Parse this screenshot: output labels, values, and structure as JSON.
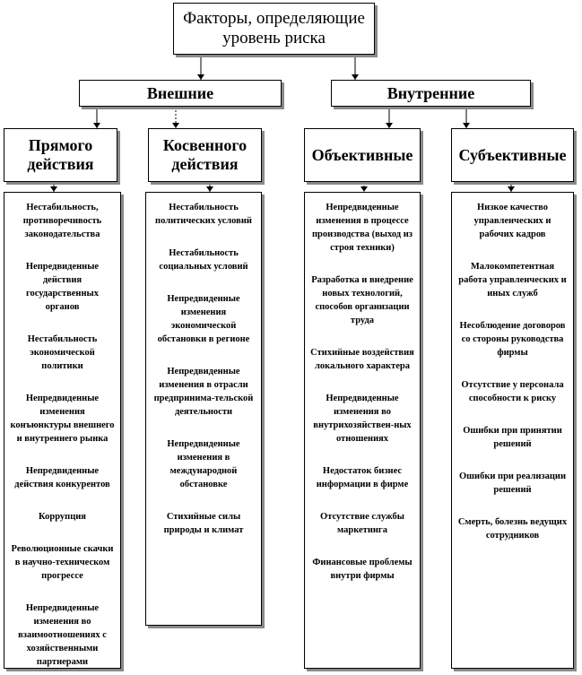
{
  "root": {
    "title": "Факторы, определяющие уровень риска"
  },
  "groups": {
    "external": "Внешние",
    "internal": "Внутренние"
  },
  "categories": {
    "direct": "Прямого действия",
    "indirect": "Косвенного действия",
    "objective": "Объективные",
    "subjective": "Субъективные"
  },
  "lists": {
    "direct": [
      "Нестабильность, противоречивость законодательства",
      "Непредвиденные действия государственных органов",
      "Нестабильность экономической политики",
      "Непредвиденные изменения конъюнктуры внешнего и внутреннего рынка",
      "Непредвиденные действия конкурентов",
      "Коррупция",
      "Революционные скачки в научно-техническом прогрессе",
      "Непредвиденные изменения во взаимоотношениях с хозяйственными партнерами"
    ],
    "indirect": [
      "Нестабильность политических условий",
      "Нестабильность социальных условий",
      "Непредвиденные изменения экономической обстановки в регионе",
      "Непредвиденные изменения в отрасли предпринима-тельской деятельности",
      "Непредвиденные изменения в международной обстановке",
      "Стихийные силы природы и климат"
    ],
    "objective": [
      "Непредвиденные изменения в процессе производства (выход из строя техники)",
      "Разработка и внедрение новых технологий, способов организации труда",
      "Стихийные воздействия локального характера",
      "Непредвиденные изменения во внутрихозяйствен-ных отношениях",
      "Недостаток бизнес информации в фирме",
      "Отсутствие службы маркетинга",
      "Финансовые проблемы внутри фирмы"
    ],
    "subjective": [
      "Низкое качество управленческих и рабочих кадров",
      "Малокомпетентная работа управленческих и иных служб",
      "Несоблюдение договоров со стороны руководства фирмы",
      "Отсутствие у персонала способности к риску",
      "Ошибки при принятии решений",
      "Ошибки при реализации решений",
      "Смерть, болезнь ведущих сотрудников"
    ]
  }
}
